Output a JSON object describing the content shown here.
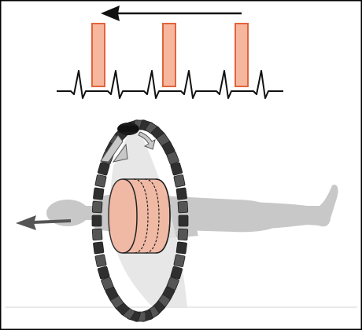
{
  "diagram": {
    "kind": "ct-scan-schematic",
    "colors": {
      "frame": "#000000",
      "ecg_trace": "#111111",
      "time_arrow": "#111111",
      "acquisition_window_fill": "#f7b79f",
      "acquisition_window_stroke": "#e0643c",
      "gantry_tiles": "#555555",
      "gantry_tiles_dark": "#2f2f2f",
      "xray_tube": "#1a1a1a",
      "xray_beam": "#e3e3e3",
      "patient_silhouette": "#c8c8c8",
      "slab_fill": "#f2b59e",
      "slab_stroke": "#222222",
      "table_arrow": "#555555",
      "floor_line": "#d6d6d6"
    },
    "time_arrow_icon": "left-arrow-icon",
    "rotation_arrow_icon": "curved-arrow-icon",
    "table_motion_icon": "left-arrow-icon",
    "ecg": {
      "beats": 6,
      "acquisition_windows": 3
    },
    "gantry": {
      "tile_count": 44
    },
    "slab": {
      "slices": 3
    }
  }
}
